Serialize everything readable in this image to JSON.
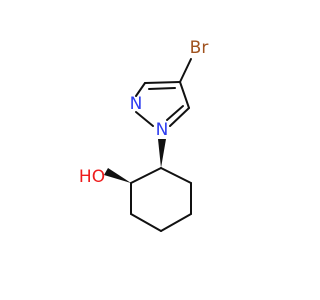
{
  "molecule": {
    "atoms": {
      "bromine": {
        "symbol": "Br",
        "color": "#a0521e"
      },
      "pyrazole_n2": {
        "symbol": "N",
        "color": "#2d3cf0"
      },
      "pyrazole_n1": {
        "symbol": "N",
        "color": "#2d3cf0"
      },
      "hydroxyl": {
        "symbol": "HO",
        "color": "#ee1c1c"
      }
    },
    "bond_color": "#111111"
  }
}
